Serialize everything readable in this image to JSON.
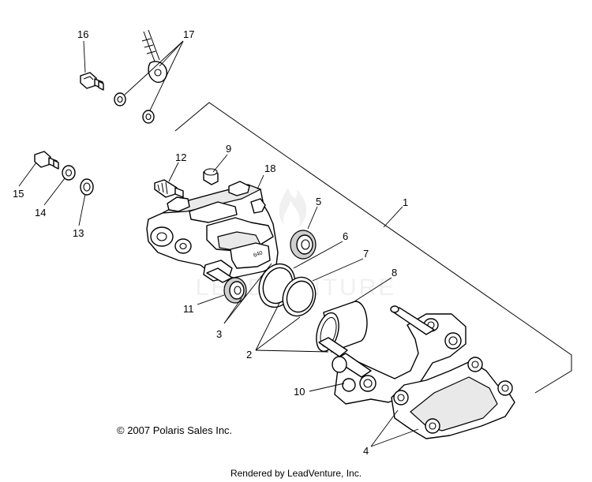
{
  "diagram": {
    "callouts": {
      "c1": "1",
      "c2": "2",
      "c3": "3",
      "c4": "4",
      "c5": "5",
      "c6": "6",
      "c7": "7",
      "c8": "8",
      "c9": "9",
      "c10": "10",
      "c11": "11",
      "c12": "12",
      "c13": "13",
      "c14": "14",
      "c15": "15",
      "c16": "16",
      "c17": "17",
      "c18": "18"
    },
    "copyright": "© 2007 Polaris Sales Inc.",
    "watermark": "LEADVENTURE",
    "footer": "Rendered by LeadVenture, Inc."
  }
}
